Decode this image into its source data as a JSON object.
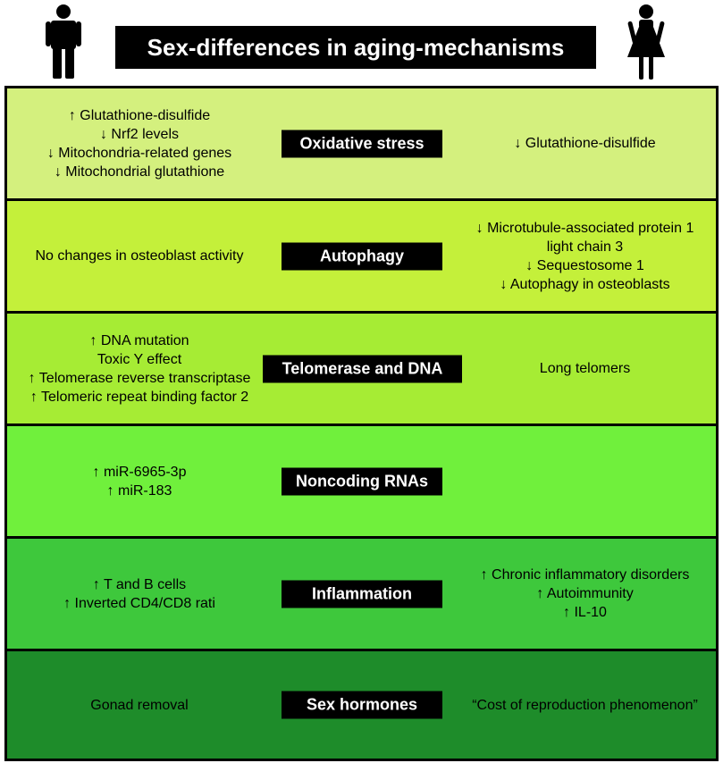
{
  "title": "Sex-differences in aging-mechanisms",
  "rows": [
    {
      "mechanism": "Oxidative stress",
      "male": [
        "↑ Glutathione-disulfide",
        "↓ Nrf2 levels",
        "↓ Mitochondria-related genes",
        "↓ Mitochondrial glutathione"
      ],
      "female": [
        "↓ Glutathione-disulfide"
      ],
      "color": "#d4f07e"
    },
    {
      "mechanism": "Autophagy",
      "male": [
        "No changes in osteoblast activity"
      ],
      "female": [
        "↓ Microtubule-associated protein 1",
        "light chain 3",
        "↓ Sequestosome 1",
        "↓ Autophagy in osteoblasts"
      ],
      "color": "#c4f03a"
    },
    {
      "mechanism": "Telomerase and DNA",
      "male": [
        "↑ DNA mutation",
        "Toxic Y effect",
        "↑ Telomerase reverse transcriptase",
        "↑ Telomeric repeat binding factor 2"
      ],
      "female": [
        "Long telomers"
      ],
      "color": "#a6ec34"
    },
    {
      "mechanism": "Noncoding RNAs",
      "male": [
        "↑ miR-6965-3p",
        "↑ miR-183"
      ],
      "female": [],
      "color": "#70f03c"
    },
    {
      "mechanism": "Inflammation",
      "male": [
        "↑ T and B cells",
        "↑ Inverted CD4/CD8 rati"
      ],
      "female": [
        "↑ Chronic inflammatory disorders",
        "↑ Autoimmunity",
        "↑ IL-10"
      ],
      "color": "#3ec83c"
    },
    {
      "mechanism": "Sex hormones",
      "male": [
        "Gonad removal"
      ],
      "female": [
        "“Cost of reproduction phenomenon”"
      ],
      "color": "#1e8c2a"
    }
  ]
}
